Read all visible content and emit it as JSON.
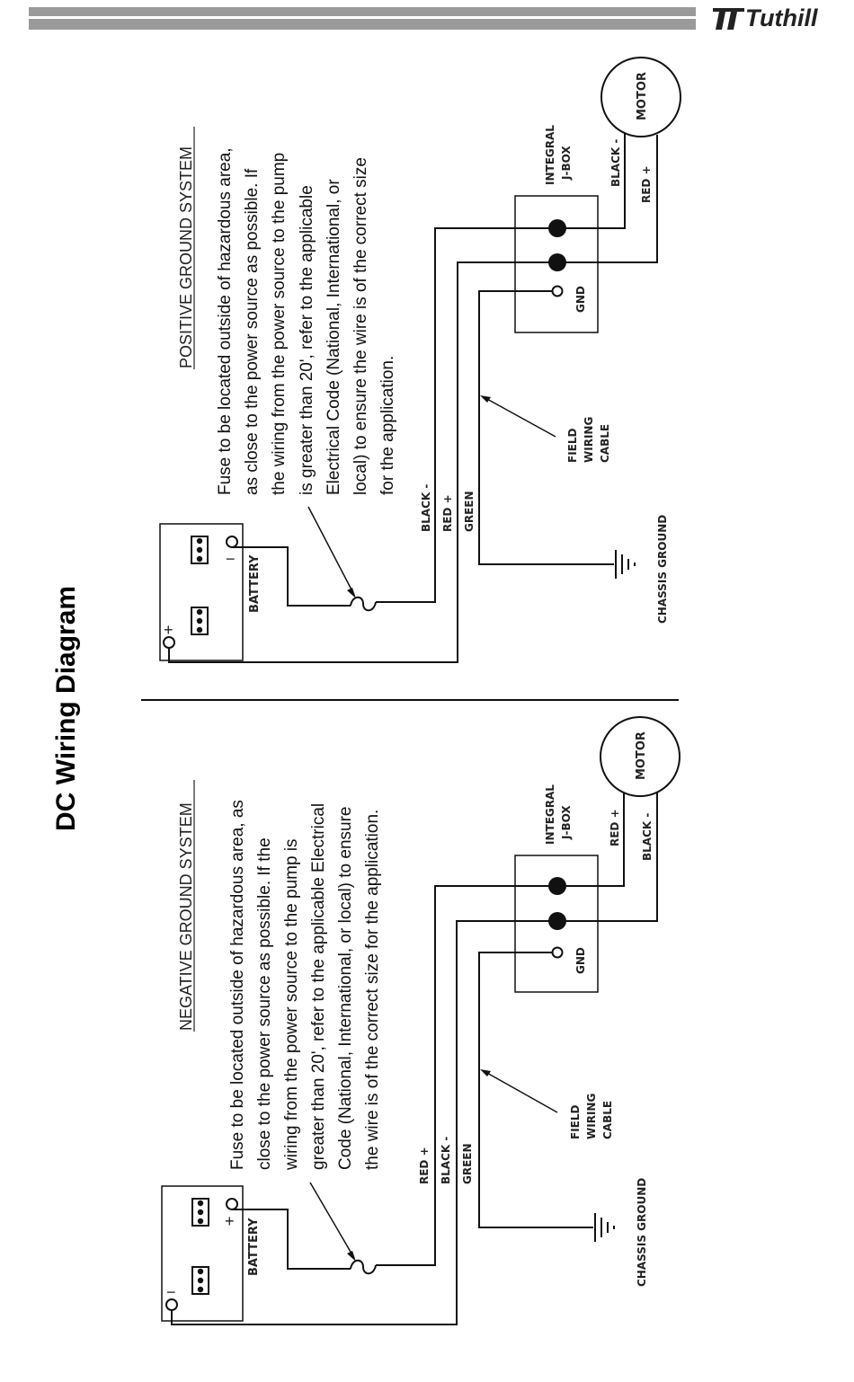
{
  "header": {
    "brand": "Tuthill",
    "bar_color": "#9a9a9a"
  },
  "page_title": "DC Wiring Diagram",
  "positive": {
    "heading": "POSITIVE GROUND SYSTEM",
    "note_lines": [
      "Fuse to be located outside of hazardous area,",
      "as close to the power source as possible.  If",
      "the wiring from the power source to the pump",
      "is greater than 20', refer to the applicable",
      "Electrical Code (National, International, or",
      "local) to ensure the wire is of the correct size",
      "for the application."
    ],
    "battery": "BATTERY",
    "terminal_plus": "+",
    "terminal_minus": "−",
    "jbox": [
      "INTEGRAL",
      "J-BOX"
    ],
    "gnd": "GND",
    "motor": "MOTOR",
    "motor_wire_1": "BLACK -",
    "motor_wire_2": "RED +",
    "cable_wire_1": "BLACK -",
    "cable_wire_2": "RED +",
    "cable_wire_3": "GREEN",
    "field_cable": [
      "FIELD",
      "WIRING",
      "CABLE"
    ],
    "chassis_ground": "CHASSIS GROUND"
  },
  "negative": {
    "heading": "NEGATIVE GROUND SYSTEM",
    "note_lines": [
      "Fuse to be located outside of hazardous area, as",
      "close to the power source as possible.  If the",
      "wiring from the power source to the pump is",
      "greater than 20', refer to the applicable Electrical",
      "Code (National, International, or local) to ensure",
      "the wire is of the correct size for the application."
    ],
    "battery": "BATTERY",
    "terminal_plus": "+",
    "terminal_minus": "−",
    "jbox": [
      "INTEGRAL",
      "J-BOX"
    ],
    "gnd": "GND",
    "motor": "MOTOR",
    "motor_wire_1": "RED +",
    "motor_wire_2": "BLACK -",
    "cable_wire_1": "RED +",
    "cable_wire_2": "BLACK -",
    "cable_wire_3": "GREEN",
    "field_cable": [
      "FIELD",
      "WIRING",
      "CABLE"
    ],
    "chassis_ground": "CHASSIS GROUND"
  }
}
